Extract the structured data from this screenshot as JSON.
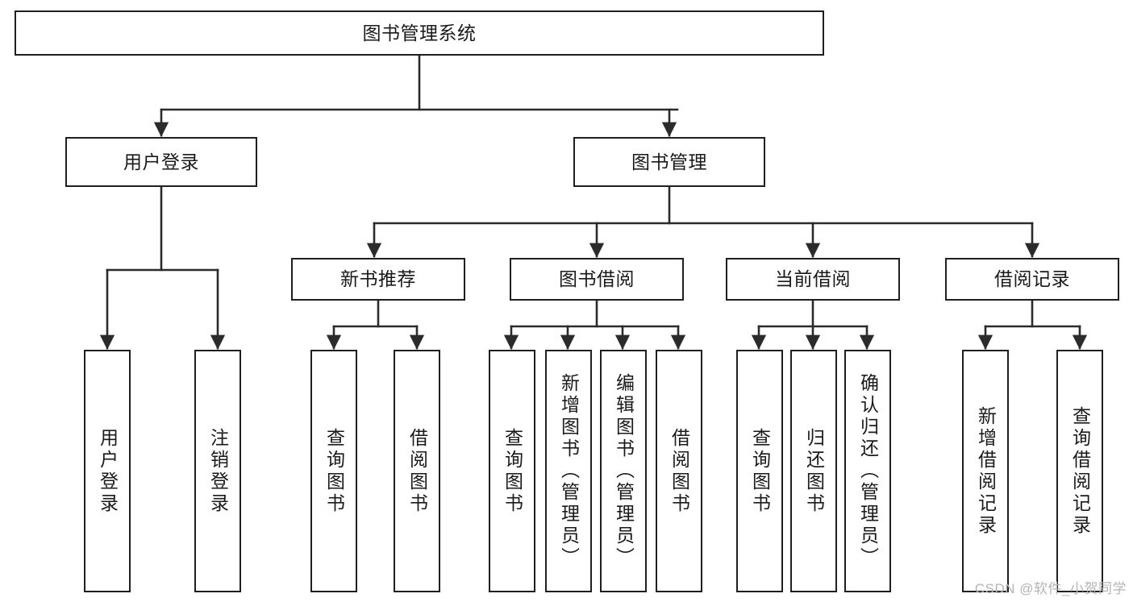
{
  "diagram": {
    "title": "图书管理系统",
    "type": "tree-hierarchy-diagram",
    "watermark": "CSDN @软件_小贺同学",
    "colors": {
      "background": "#ffffff",
      "node_border": "#1f1f1f",
      "node_fill": "#ffffff",
      "connector": "#2b2b2b",
      "text": "#1a1a1a",
      "watermark": "#b4b4b4"
    },
    "nodes": {
      "root": {
        "label": "图书管理系统",
        "level": 0,
        "orientation": "horizontal"
      },
      "user_login": {
        "label": "用户登录",
        "level": 1,
        "orientation": "horizontal"
      },
      "book_manage": {
        "label": "图书管理",
        "level": 1,
        "orientation": "horizontal"
      },
      "new_book_rec": {
        "label": "新书推荐",
        "level": 2,
        "orientation": "horizontal"
      },
      "book_borrow": {
        "label": "图书借阅",
        "level": 2,
        "orientation": "horizontal"
      },
      "current_borrow": {
        "label": "当前借阅",
        "level": 2,
        "orientation": "horizontal"
      },
      "borrow_record": {
        "label": "借阅记录",
        "level": 2,
        "orientation": "horizontal"
      },
      "leaf_user_login": {
        "label": "用户登录",
        "level": 3,
        "orientation": "vertical"
      },
      "leaf_logout": {
        "label": "注销登录",
        "level": 3,
        "orientation": "vertical"
      },
      "leaf_query_book_1": {
        "label": "查询图书",
        "level": 3,
        "orientation": "vertical"
      },
      "leaf_borrow_book_1": {
        "label": "借阅图书",
        "level": 3,
        "orientation": "vertical"
      },
      "leaf_query_book_2": {
        "label": "查询图书",
        "level": 3,
        "orientation": "vertical"
      },
      "leaf_add_book": {
        "label": "新增图书（管理员）",
        "level": 3,
        "orientation": "vertical"
      },
      "leaf_edit_book": {
        "label": "编辑图书（管理员）",
        "level": 3,
        "orientation": "vertical"
      },
      "leaf_borrow_book_2": {
        "label": "借阅图书",
        "level": 3,
        "orientation": "vertical"
      },
      "leaf_query_book_3": {
        "label": "查询图书",
        "level": 3,
        "orientation": "vertical"
      },
      "leaf_return_book": {
        "label": "归还图书",
        "level": 3,
        "orientation": "vertical"
      },
      "leaf_confirm_return": {
        "label": "确认归还（管理员）",
        "level": 3,
        "orientation": "vertical"
      },
      "leaf_add_record": {
        "label": "新增借阅记录",
        "level": 3,
        "orientation": "vertical"
      },
      "leaf_query_record": {
        "label": "查询借阅记录",
        "level": 3,
        "orientation": "vertical"
      }
    },
    "edges": [
      {
        "from": "root",
        "to": "user_login"
      },
      {
        "from": "root",
        "to": "book_manage"
      },
      {
        "from": "user_login",
        "to": "leaf_user_login"
      },
      {
        "from": "user_login",
        "to": "leaf_logout"
      },
      {
        "from": "book_manage",
        "to": "new_book_rec"
      },
      {
        "from": "book_manage",
        "to": "book_borrow"
      },
      {
        "from": "book_manage",
        "to": "current_borrow"
      },
      {
        "from": "book_manage",
        "to": "borrow_record"
      },
      {
        "from": "new_book_rec",
        "to": "leaf_query_book_1"
      },
      {
        "from": "new_book_rec",
        "to": "leaf_borrow_book_1"
      },
      {
        "from": "book_borrow",
        "to": "leaf_query_book_2"
      },
      {
        "from": "book_borrow",
        "to": "leaf_add_book"
      },
      {
        "from": "book_borrow",
        "to": "leaf_edit_book"
      },
      {
        "from": "book_borrow",
        "to": "leaf_borrow_book_2"
      },
      {
        "from": "current_borrow",
        "to": "leaf_query_book_3"
      },
      {
        "from": "current_borrow",
        "to": "leaf_return_book"
      },
      {
        "from": "current_borrow",
        "to": "leaf_confirm_return"
      },
      {
        "from": "borrow_record",
        "to": "leaf_add_record"
      },
      {
        "from": "borrow_record",
        "to": "leaf_query_record"
      }
    ]
  }
}
